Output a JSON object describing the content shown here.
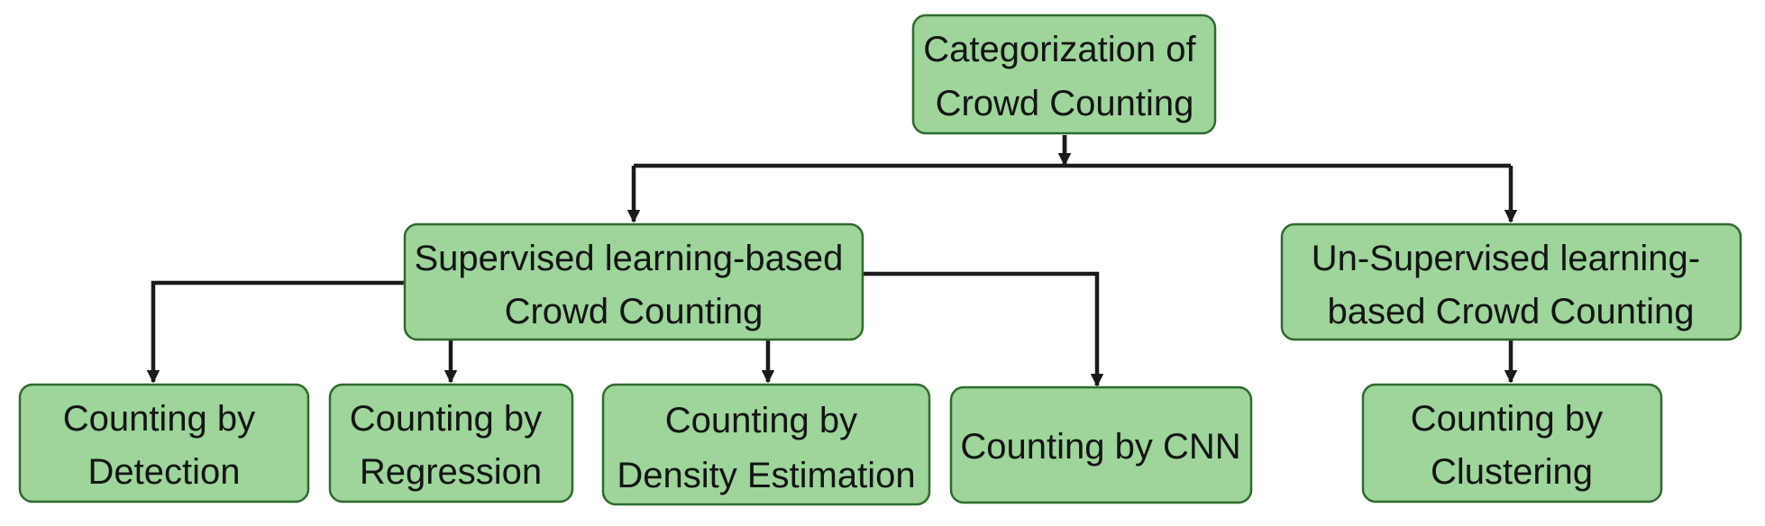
{
  "diagram": {
    "root": {
      "lines": [
        "Categorization of",
        "Crowd Counting"
      ]
    },
    "supervised": {
      "lines": [
        "Supervised learning-based",
        "Crowd Counting"
      ]
    },
    "unsupervised": {
      "lines": [
        "Un-Supervised learning-",
        "based Crowd Counting"
      ]
    },
    "detection": {
      "lines": [
        "Counting by",
        "Detection"
      ]
    },
    "regression": {
      "lines": [
        "Counting by",
        "Regression"
      ]
    },
    "density": {
      "lines": [
        "Counting by",
        "Density Estimation"
      ]
    },
    "cnn": {
      "lines": [
        "Counting by CNN"
      ]
    },
    "clustering": {
      "lines": [
        "Counting by",
        "Clustering"
      ]
    }
  },
  "colors": {
    "node_fill": "#9dd59a",
    "node_stroke": "#2f6b2c",
    "connector": "#1a1a1a"
  }
}
